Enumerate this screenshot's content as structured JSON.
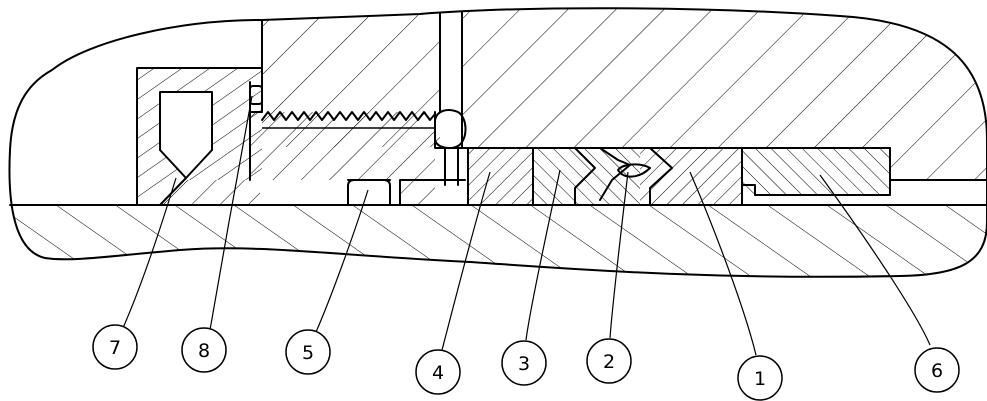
{
  "balloons": [
    {
      "label": "7"
    },
    {
      "label": "8"
    },
    {
      "label": "5"
    },
    {
      "label": "4"
    },
    {
      "label": "3"
    },
    {
      "label": "2"
    },
    {
      "label": "1"
    },
    {
      "label": "6"
    }
  ]
}
